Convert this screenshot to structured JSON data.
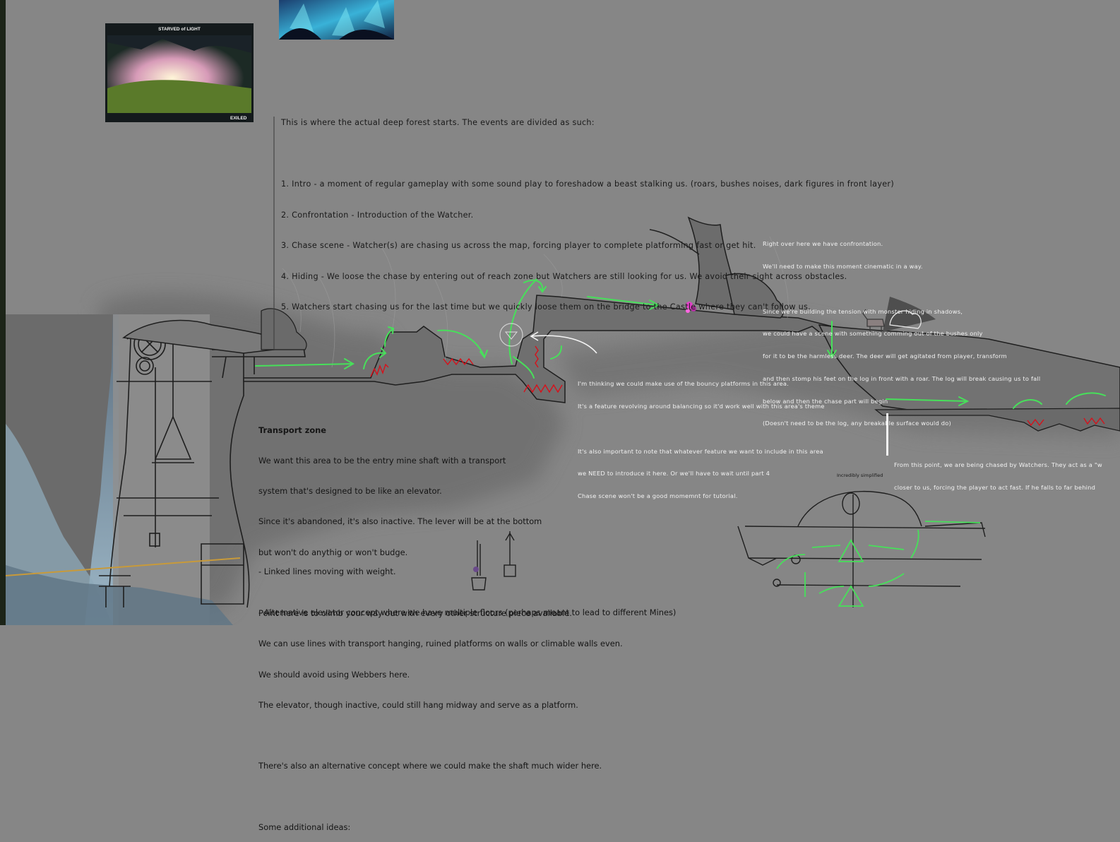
{
  "colors": {
    "background": "#868686",
    "ground": "#6b6b6b",
    "shadow": "#6f6f6f",
    "sky": "#7f98aa",
    "arrow_green": "#47e05a",
    "hazard_red": "#d8101a",
    "note_text": "#f2f2f2",
    "sketch_line": "#1e1e1e"
  },
  "thumbnail_left": {
    "title": "STARVED of LIGHT",
    "logo": "EXILED"
  },
  "intro": {
    "heading": "This is where the actual deep forest starts. The events are divided as such:",
    "items": [
      "1. Intro - a moment of regular gameplay with some sound play to foreshadow a beast stalking us. (roars, bushes noises, dark figures in front layer)",
      "2. Confrontation - Introduction of the Watcher.",
      "3. Chase scene - Watcher(s) are chasing us across the map, forcing player to complete platforming fast or get hit.",
      "4. Hiding - We loose the chase by entering out of reach zone but Watchers are still looking for us. We avoid their sight across obstacles.",
      "5. Watchers start chasing us for the last time but we quickly loose them on the bridge to the Castle where they can't follow us."
    ]
  },
  "confrontation_note": {
    "p1": [
      "Right over here we have confrontation.",
      "We'll need to make this moment cinematic in a way."
    ],
    "p2": [
      "Since we're building the tension with monster hiding in shadows,",
      "we could have a scene with something comming out of the bushes only",
      "for it to be the harmless deer. The deer will get agitated from player, transform",
      "and then stomp his feet on the log in front with a roar. The log will break causing us to fall",
      "below and then the chase part will begin",
      "(Doesn't need to be the log, any breakable surface would do)"
    ]
  },
  "bouncy_note": {
    "p1": [
      "I'm thinking we could make use of the bouncy platforms in this area.",
      "It's a feature revolving around balancing so it'd work well with this area's theme"
    ],
    "p2": [
      "It's also important to note that whatever feature we want to include in this area",
      "we NEED to introduce it here. Or we'll have to wait until part 4",
      "Chase scene won't be a good momemnt for tutorial."
    ]
  },
  "chase_note": [
    "From this point, we are being chased by Watchers. They act as a \"w",
    "closer to us, forcing the player to act fast. If he falls to far behind"
  ],
  "simplified_label": "Incredibly simplified",
  "transport": {
    "title": "Transport zone",
    "p1": [
      "We want this area to be the entry mine shaft with a transport",
      "system that's designed to be like an elevator.",
      "Since it's abandoned, it's also inactive. The lever will be at the bottom",
      "but won't do anythig or won't budge."
    ],
    "p2": [
      "Point here is to climb your way out with every other structure piece available.",
      "We can use lines with transport hanging, ruined platforms on walls or climable walls even.",
      "We should avoid using Webbers here.",
      "The elevator, though inactive, could still hang midway and serve as a platform."
    ],
    "p3": "There's also an alternative concept where we could make the shaft much wider here.",
    "p4": "Some additional ideas:",
    "idea1": "- Linked lines moving with weight.",
    "idea2": "- Alternative elevator concept where we have multiple floors (perhaps meant to lead to different Mines)"
  }
}
